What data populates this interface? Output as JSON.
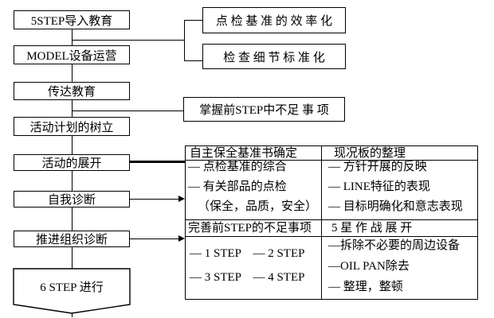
{
  "flow": {
    "steps": [
      {
        "label": "5STEP导入教育"
      },
      {
        "label": "MODEL设备运营"
      },
      {
        "label": "传达教育"
      },
      {
        "label": "活动计划的树立"
      },
      {
        "label": "活动的展开"
      },
      {
        "label": "自我诊断"
      },
      {
        "label": "推进组织诊断"
      }
    ],
    "final_step": "6 STEP 进行"
  },
  "callouts": {
    "inspection_standard_efficiency": "点 检 基 准 的 效 率 化",
    "check_detail_standardization": "检 查 细 节 标 准 化",
    "grasp_prev_step_shortcomings": "掌握前STEP中不足 事 项"
  },
  "table": {
    "section1": {
      "left_header": "自主保全基准书确定",
      "right_header": "现况板的整理",
      "left_items": [
        "— 点检基准的综合",
        "— 有关部品的点检",
        "（保全，品质，安全）"
      ],
      "right_items": [
        "— 方针开展的反映",
        "— LINE特征的表现",
        "— 目标明确化和意志表现"
      ]
    },
    "section2": {
      "left_header": "完善前STEP的不足事项",
      "right_header": "5 星 作 战 展 开",
      "left_items": [
        "— 1 STEP　— 2 STEP",
        "— 3 STEP　— 4 STEP"
      ],
      "right_items": [
        "—拆除不必要的周边设备",
        "—OIL PAN除去",
        "— 整理，整顿"
      ]
    }
  },
  "colors": {
    "background": "#ffffff",
    "line": "#000000",
    "text": "#000000"
  }
}
